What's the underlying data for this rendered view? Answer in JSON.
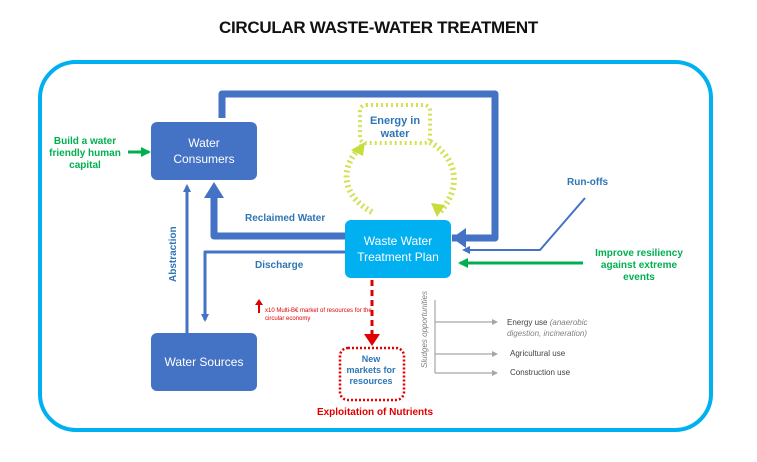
{
  "title": "CIRCULAR WASTE-WATER TREATMENT",
  "boxes": {
    "consumers": "Water Consumers",
    "wwtp": "Waste Water Treatment Plan",
    "sources": "Water Sources"
  },
  "labels": {
    "energy": "Energy in water",
    "reclaimed": "Reclaimed Water",
    "discharge": "Discharge",
    "abstraction": "Abstraction",
    "runoffs": "Run-offs",
    "build": "Build a water friendly human capital",
    "improve": "Improve resiliency against extreme events",
    "market_note": "x10 Multi-B€ market of resources for the circular economy",
    "new_markets": "New markets for resources",
    "exploitation": "Exploitation of Nutrients",
    "sludges": "Sludges opportunities",
    "energy_use": "Energy use",
    "energy_use_detail": "(anaerobic digestion, incineration)",
    "agricultural_use": "Agricultural use",
    "construction_use": "Construction use"
  },
  "colors": {
    "frame": "#00b0f0",
    "blue_box": "#4472c4",
    "wwtp": "#00b0f0",
    "arrow_blue": "#4472c4",
    "energy_dotted": "#d4e157",
    "red": "#e00000",
    "green": "#00b050",
    "gray": "#a6a6a6"
  }
}
